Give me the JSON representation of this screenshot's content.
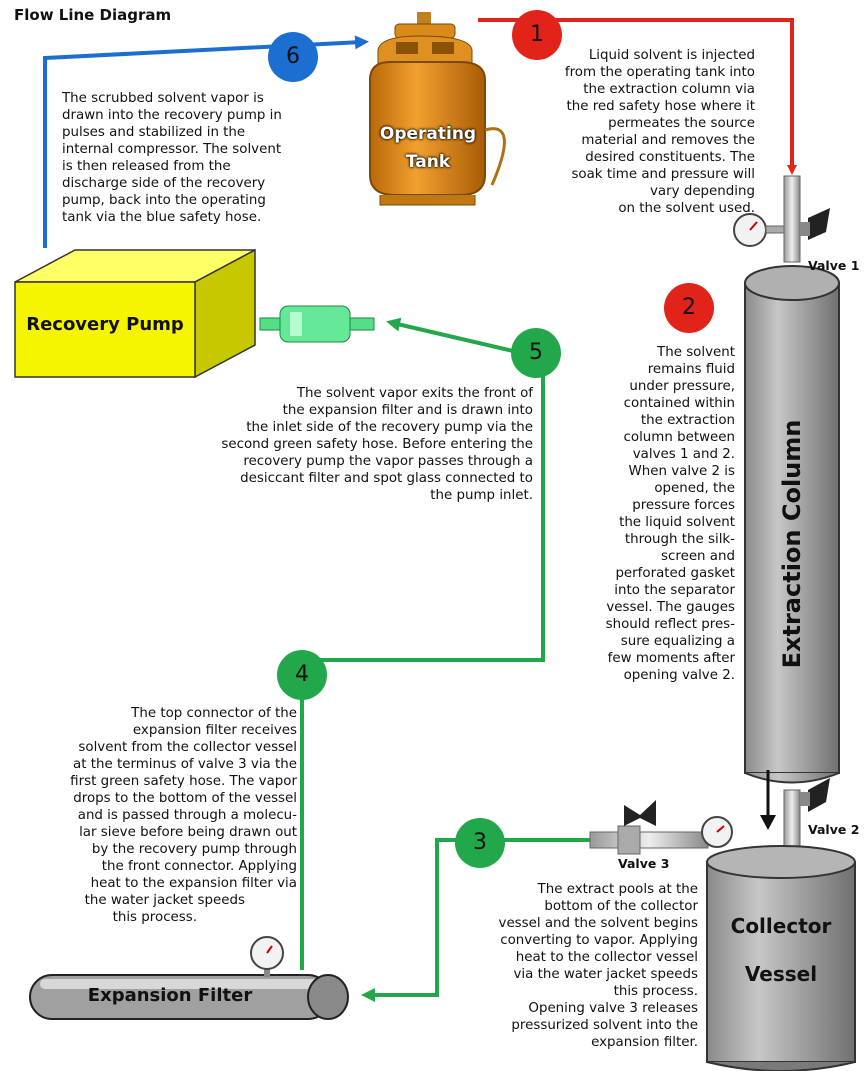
{
  "title": "Flow Line Diagram",
  "colors": {
    "red_hose": "#e2231a",
    "blue_hose": "#1c6fd0",
    "green_hose": "#22a84a",
    "pump": "#f5f500",
    "tank": "#e48a10"
  },
  "components": {
    "operating_tank": {
      "line1": "Operating",
      "line2": "Tank"
    },
    "recovery_pump": "Recovery Pump",
    "extraction_column": "Extraction Column",
    "collector_vessel": {
      "line1": "Collector",
      "line2": "Vessel"
    },
    "expansion_filter": "Expansion Filter"
  },
  "valves": {
    "v1": "Valve 1",
    "v2": "Valve 2",
    "v3": "Valve 3"
  },
  "steps": [
    {
      "number": "1",
      "lines": [
        "Liquid solvent is injected",
        "from the operating tank into",
        "the extraction column via",
        "the red safety hose where it",
        "permeates the source",
        "material and removes the",
        "desired constituents. The",
        "soak time and pressure will",
        "vary depending",
        "on the solvent used."
      ]
    },
    {
      "number": "2",
      "lines": [
        "The solvent",
        "remains fluid",
        "under pressure,",
        "contained within",
        "the extraction",
        "column between",
        "valves 1 and 2.",
        "When valve 2 is",
        "opened, the",
        "pressure forces",
        "the liquid solvent",
        "through the silk-",
        "screen and",
        "perforated gasket",
        "into the separator",
        "vessel. The gauges",
        "should reflect pres-",
        "sure equalizing a",
        "few moments after",
        "opening valve 2."
      ]
    },
    {
      "number": "3",
      "lines": [
        "The extract pools at the",
        "bottom of the collector",
        "vessel and the solvent begins",
        "converting to vapor. Applying",
        "heat to the collector vessel",
        "via the water jacket speeds",
        "this process.",
        "Opening valve 3 releases",
        "pressurized solvent into the",
        "expansion filter."
      ]
    },
    {
      "number": "4",
      "lines": [
        "The top connector of the",
        "expansion filter receives",
        "solvent from the collector vessel",
        "at the terminus of valve 3 via the",
        "first green safety hose. The vapor",
        "drops to the bottom of the vessel",
        "and is passed through a molecu-",
        "lar sieve before being drawn out",
        "by the recovery pump through",
        "the front connector. Applying",
        "heat to the expansion filter via",
        "the water jacket speeds",
        "this process."
      ]
    },
    {
      "number": "5",
      "lines": [
        "The solvent vapor exits the front of",
        "the expansion filter and is drawn into",
        "the inlet side of the recovery pump via the",
        "second green safety hose. Before entering the",
        "recovery pump the vapor passes through a",
        "desiccant filter and spot glass connected to",
        "the pump inlet."
      ]
    },
    {
      "number": "6",
      "lines": [
        "The scrubbed solvent vapor is",
        "drawn into the recovery pump in",
        "pulses and stabilized in the",
        "internal compressor. The solvent",
        "is then released from the",
        "discharge side of the recovery",
        "pump, back into the operating",
        "tank via the blue safety hose."
      ]
    }
  ]
}
